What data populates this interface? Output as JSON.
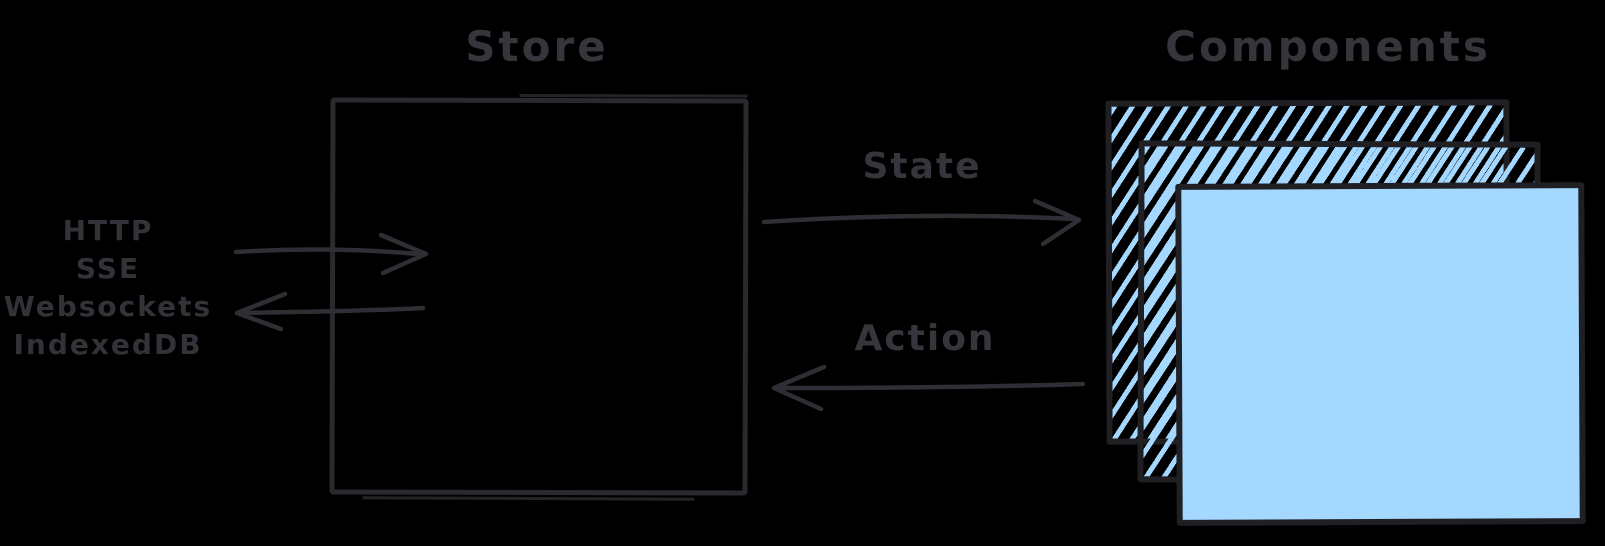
{
  "canvas": {
    "background": "#000000",
    "stroke_color": "#2e2e34",
    "text_color": "#35353b",
    "component_fill": "#a5d8ff"
  },
  "store": {
    "title": "Store"
  },
  "components": {
    "title": "Components",
    "layer_count": 3
  },
  "transports": {
    "items": [
      "HTTP",
      "SSE",
      "Websockets",
      "IndexedDB"
    ]
  },
  "flows": {
    "state_label": "State",
    "action_label": "Action"
  }
}
